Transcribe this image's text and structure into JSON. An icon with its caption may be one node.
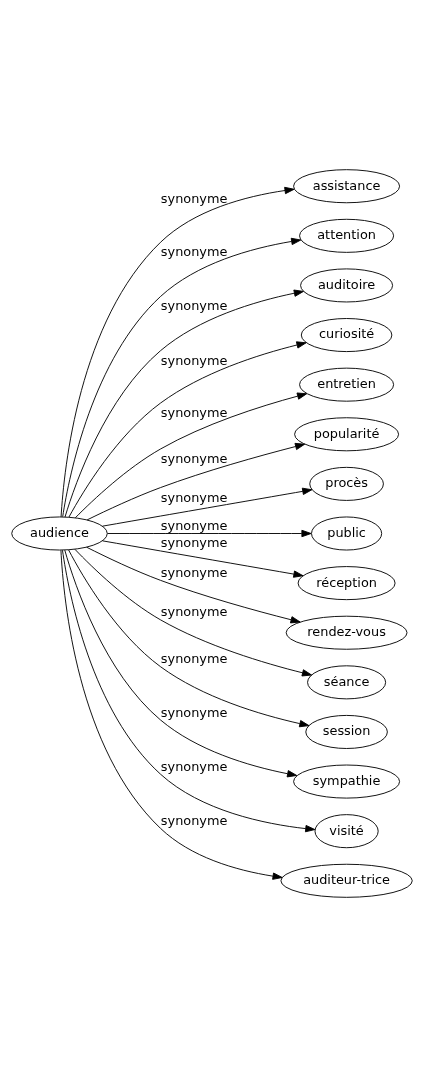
{
  "diagram": {
    "nodes": [
      {
        "text": [
          "audience"
        ]
      },
      {
        "text": [
          "assistance"
        ]
      },
      {
        "text": [
          "attention"
        ]
      },
      {
        "text": [
          "auditoire"
        ]
      },
      {
        "text": [
          "curiosité"
        ]
      },
      {
        "text": [
          "entretien"
        ]
      },
      {
        "text": [
          "popularité"
        ]
      },
      {
        "text": [
          "procès"
        ]
      },
      {
        "text": [
          "public"
        ]
      },
      {
        "text": [
          "réception"
        ]
      },
      {
        "text": [
          "rendez-vous"
        ]
      },
      {
        "text": [
          "séance"
        ]
      },
      {
        "text": [
          "session"
        ]
      },
      {
        "text": [
          "sympathie"
        ]
      },
      {
        "text": [
          "visité"
        ]
      },
      {
        "text": [
          "auditeur-trice"
        ]
      }
    ],
    "edges": [
      {
        "from": 0,
        "to": 1,
        "arrow": "to",
        "label": "synonyme"
      },
      {
        "from": 0,
        "to": 2,
        "arrow": "to",
        "label": "synonyme"
      },
      {
        "from": 0,
        "to": 3,
        "arrow": "to",
        "label": "synonyme"
      },
      {
        "from": 0,
        "to": 4,
        "arrow": "to",
        "label": "synonyme"
      },
      {
        "from": 0,
        "to": 5,
        "arrow": "to",
        "label": "synonyme"
      },
      {
        "from": 0,
        "to": 6,
        "arrow": "to",
        "label": "synonyme"
      },
      {
        "from": 0,
        "to": 7,
        "arrow": "to",
        "label": "synonyme"
      },
      {
        "from": 0,
        "to": 8,
        "arrow": "to",
        "label": "synonyme"
      },
      {
        "from": 0,
        "to": 9,
        "arrow": "to",
        "label": "synonyme"
      },
      {
        "from": 0,
        "to": 10,
        "arrow": "to",
        "label": "synonyme"
      },
      {
        "from": 0,
        "to": 11,
        "arrow": "to",
        "label": "synonyme"
      },
      {
        "from": 0,
        "to": 12,
        "arrow": "to",
        "label": "synonyme"
      },
      {
        "from": 0,
        "to": 13,
        "arrow": "to",
        "label": "synonyme"
      },
      {
        "from": 0,
        "to": 14,
        "arrow": "to",
        "label": "synonyme"
      },
      {
        "from": 0,
        "to": 15,
        "arrow": "to",
        "label": "synonyme"
      }
    ]
  }
}
